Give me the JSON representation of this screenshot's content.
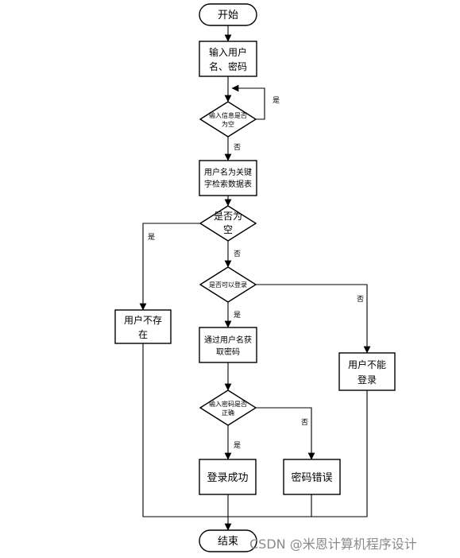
{
  "nodes": {
    "start": "开始",
    "input_l1": "输入用户",
    "input_l2": "名、密码",
    "check_empty_l1": "输入信息是否",
    "check_empty_l2": "为空",
    "search_l1": "用户名为关键",
    "search_l2": "字检索数据表",
    "is_empty_l1": "是否为",
    "is_empty_l2": "空",
    "can_login": "是否可以登录",
    "user_missing_l1": "用户不存",
    "user_missing_l2": "在",
    "get_pwd_l1": "通过用户名获",
    "get_pwd_l2": "取密码",
    "cannot_login_l1": "用户不能",
    "cannot_login_l2": "登录",
    "pwd_correct_l1": "输入密码是否",
    "pwd_correct_l2": "正确",
    "success": "登录成功",
    "pwd_error": "密码错误",
    "end": "结束"
  },
  "edge_labels": {
    "yes": "是",
    "no": "否"
  },
  "watermark": "CSDN @米恩计算机程序设计"
}
